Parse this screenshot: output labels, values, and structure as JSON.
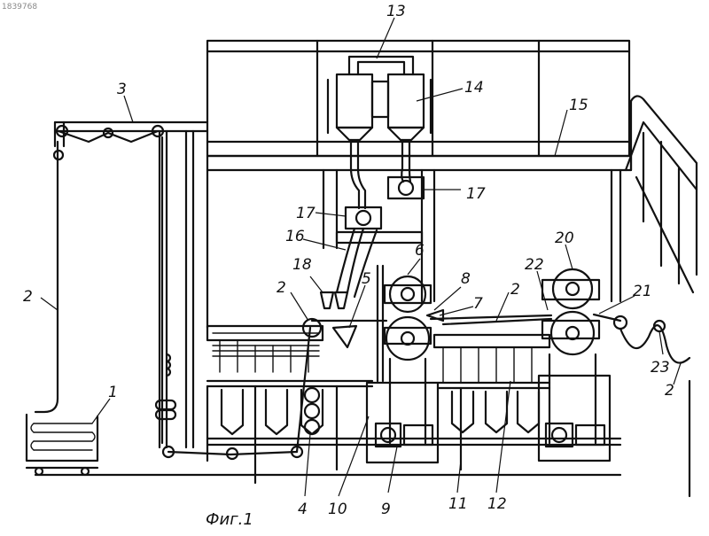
{
  "corner_text": "1839768",
  "caption": "Фиг.1",
  "labels": {
    "l1": "1",
    "l2a": "2",
    "l2b": "2",
    "l2c": "2",
    "l2d": "2",
    "l3": "3",
    "l4": "4",
    "l5": "5",
    "l6": "6",
    "l7": "7",
    "l8": "8",
    "l9": "9",
    "l10": "10",
    "l11": "11",
    "l12": "12",
    "l13": "13",
    "l14": "14",
    "l15": "15",
    "l16": "16",
    "l17a": "17",
    "l17b": "17",
    "l18": "18",
    "l20": "20",
    "l21": "21",
    "l22": "22",
    "l23": "23"
  }
}
